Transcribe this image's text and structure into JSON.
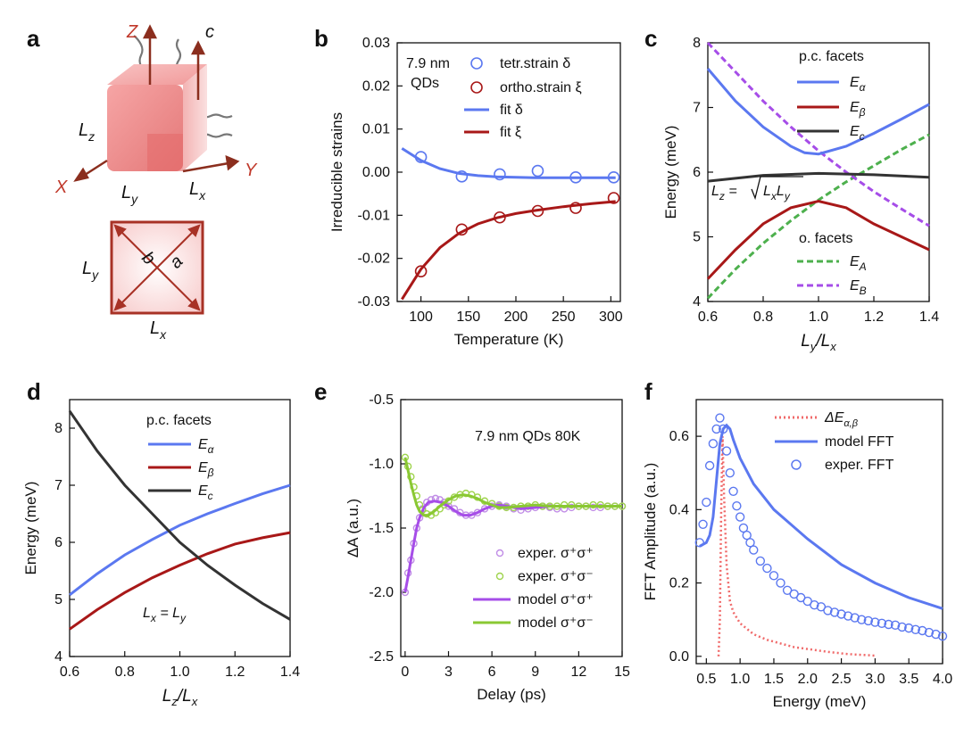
{
  "colors": {
    "blue": "#5b78f0",
    "red": "#a81818",
    "black": "#333333",
    "green": "#4db04d",
    "purple": "#a64de8",
    "light_purple": "#c08ce6",
    "light_green": "#9fd44d",
    "model_green": "#8ac833",
    "pink_dotted": "#f06a6a"
  },
  "panel_labels": [
    "a",
    "b",
    "c",
    "d",
    "e",
    "f"
  ],
  "schematic": {
    "z_label": "Z",
    "c_label": "c",
    "x_label": "X",
    "y_label": "Y",
    "lz_label": "L",
    "lz_sub": "z",
    "ly_label": "L",
    "ly_sub": "y",
    "lx_label": "L",
    "lx_sub": "x",
    "square_a": "a",
    "square_b": "b",
    "square_ly": "L",
    "square_ly_sub": "y",
    "square_lx": "L",
    "square_lx_sub": "x"
  },
  "chart_data": [
    {
      "panel": "b",
      "type": "scatter",
      "xlabel": "Temperature (K)",
      "ylabel": "Irreducible strains",
      "xlim": [
        75,
        310
      ],
      "ylim": [
        -0.03,
        0.03
      ],
      "xticks": [
        100,
        150,
        200,
        250,
        300
      ],
      "yticks": [
        0.03,
        0.02,
        0.01,
        0.0,
        -0.01,
        -0.02,
        -0.03
      ],
      "ytick_labels": [
        "0.03",
        "0.02",
        "0.01",
        "0.00",
        "-0.01",
        "-0.02",
        "-0.03"
      ],
      "annotation": [
        "7.9 nm",
        "QDs"
      ],
      "series": [
        {
          "name": "tetr.strain δ",
          "kind": "points",
          "x": [
            100,
            143,
            183,
            223,
            263,
            303
          ],
          "y": [
            0.0035,
            -0.001,
            -0.0005,
            0.0003,
            -0.0012,
            -0.0012
          ]
        },
        {
          "name": "ortho.strain ξ",
          "kind": "points",
          "x": [
            100,
            143,
            183,
            223,
            263,
            303
          ],
          "y": [
            -0.023,
            -0.0133,
            -0.0105,
            -0.009,
            -0.0083,
            -0.006
          ]
        },
        {
          "name": "fit δ",
          "kind": "line",
          "x": [
            80,
            100,
            120,
            140,
            160,
            180,
            200,
            220,
            250,
            280,
            305
          ],
          "y": [
            0.0055,
            0.0027,
            0.0008,
            -0.0003,
            -0.0008,
            -0.0011,
            -0.0012,
            -0.0013,
            -0.0013,
            -0.0013,
            -0.0013
          ]
        },
        {
          "name": "fit ξ",
          "kind": "line",
          "x": [
            80,
            100,
            120,
            140,
            160,
            180,
            200,
            220,
            250,
            280,
            305
          ],
          "y": [
            -0.0295,
            -0.0225,
            -0.0175,
            -0.0142,
            -0.012,
            -0.0106,
            -0.0096,
            -0.0089,
            -0.008,
            -0.0073,
            -0.0068
          ]
        }
      ]
    },
    {
      "panel": "c",
      "type": "line",
      "xlabel": "L",
      "xlabel_num_sub": "y",
      "xlabel_den_sub": "x",
      "ylabel": "Energy (meV)",
      "xlim": [
        0.6,
        1.4
      ],
      "ylim": [
        4,
        8
      ],
      "xticks": [
        0.6,
        0.8,
        1.0,
        1.2,
        1.4
      ],
      "xtick_labels": [
        "0.6",
        "0.8",
        "1.0",
        "1.2",
        "1.4"
      ],
      "yticks": [
        4,
        5,
        6,
        7,
        8
      ],
      "legend_title_1": "p.c. facets",
      "legend_title_2": "o. facets",
      "equation": "L",
      "series": [
        {
          "name": "E",
          "sub": "α",
          "x": [
            0.6,
            0.7,
            0.8,
            0.9,
            0.95,
            1.0,
            1.1,
            1.2,
            1.3,
            1.4
          ],
          "y": [
            7.6,
            7.1,
            6.7,
            6.4,
            6.3,
            6.28,
            6.4,
            6.6,
            6.82,
            7.05
          ]
        },
        {
          "name": "E",
          "sub": "β",
          "x": [
            0.6,
            0.7,
            0.8,
            0.9,
            1.0,
            1.1,
            1.2,
            1.3,
            1.4
          ],
          "y": [
            4.35,
            4.8,
            5.2,
            5.45,
            5.55,
            5.45,
            5.2,
            5.0,
            4.8
          ]
        },
        {
          "name": "E",
          "sub": "c",
          "x": [
            0.6,
            0.8,
            1.0,
            1.2,
            1.4
          ],
          "y": [
            5.86,
            5.95,
            5.98,
            5.96,
            5.92
          ]
        },
        {
          "name": "E",
          "sub": "A",
          "x": [
            0.6,
            0.7,
            0.8,
            0.9,
            1.0,
            1.1,
            1.2,
            1.3,
            1.4
          ],
          "y": [
            4.05,
            4.5,
            4.9,
            5.25,
            5.57,
            5.85,
            6.1,
            6.35,
            6.58
          ]
        },
        {
          "name": "E",
          "sub": "B",
          "x": [
            0.6,
            0.7,
            0.8,
            0.9,
            1.0,
            1.1,
            1.2,
            1.3,
            1.4
          ],
          "y": [
            8.0,
            7.55,
            7.1,
            6.7,
            6.33,
            6.0,
            5.7,
            5.43,
            5.17
          ]
        }
      ]
    },
    {
      "panel": "d",
      "type": "line",
      "xlabel": "L",
      "xlabel_num_sub": "z",
      "xlabel_den_sub": "x",
      "ylabel": "Energy (meV)",
      "xlim": [
        0.6,
        1.4
      ],
      "ylim": [
        4,
        8.5
      ],
      "xticks": [
        0.6,
        0.8,
        1.0,
        1.2,
        1.4
      ],
      "xtick_labels": [
        "0.6",
        "0.8",
        "1.0",
        "1.2",
        "1.4"
      ],
      "yticks": [
        4,
        5,
        6,
        7,
        8
      ],
      "legend_title": "p.c. facets",
      "equation": "L",
      "series": [
        {
          "name": "E",
          "sub": "α",
          "x": [
            0.6,
            0.7,
            0.8,
            0.9,
            1.0,
            1.1,
            1.2,
            1.3,
            1.4
          ],
          "y": [
            5.08,
            5.45,
            5.78,
            6.05,
            6.3,
            6.5,
            6.68,
            6.85,
            7.0
          ]
        },
        {
          "name": "E",
          "sub": "β",
          "x": [
            0.6,
            0.7,
            0.8,
            0.9,
            1.0,
            1.1,
            1.2,
            1.3,
            1.4
          ],
          "y": [
            4.48,
            4.82,
            5.12,
            5.38,
            5.6,
            5.8,
            5.97,
            6.08,
            6.17
          ]
        },
        {
          "name": "E",
          "sub": "c",
          "x": [
            0.6,
            0.7,
            0.8,
            0.9,
            1.0,
            1.1,
            1.2,
            1.3,
            1.4
          ],
          "y": [
            8.3,
            7.6,
            7.0,
            6.5,
            6.0,
            5.6,
            5.25,
            4.93,
            4.65
          ]
        }
      ]
    },
    {
      "panel": "e",
      "type": "scatter",
      "xlabel": "Delay (ps)",
      "ylabel": "ΔA (a.u.)",
      "xlim": [
        -0.3,
        15
      ],
      "ylim": [
        -2.5,
        -0.5
      ],
      "xticks": [
        0,
        3,
        6,
        9,
        12,
        15
      ],
      "yticks": [
        -0.5,
        -1.0,
        -1.5,
        -2.0,
        -2.5
      ],
      "ytick_labels": [
        "-0.5",
        "-1.0",
        "-1.5",
        "-2.0",
        "-2.5"
      ],
      "annotation": "7.9 nm QDs 80K",
      "series": [
        {
          "name": "exper. σ⁺σ⁺",
          "kind": "points",
          "x": [
            0.0,
            0.2,
            0.4,
            0.6,
            0.8,
            1.0,
            1.2,
            1.5,
            1.8,
            2.1,
            2.4,
            2.7,
            3.0,
            3.4,
            3.8,
            4.2,
            4.6,
            5.0,
            5.5,
            6.0,
            6.5,
            7.0,
            7.5,
            8.0,
            8.5,
            9.0,
            9.5,
            10.0,
            10.5,
            11.0,
            11.5,
            12.0,
            12.5,
            13.0,
            13.5,
            14.0,
            14.5,
            15.0
          ],
          "y": [
            -2.0,
            -1.85,
            -1.75,
            -1.62,
            -1.5,
            -1.42,
            -1.35,
            -1.3,
            -1.28,
            -1.27,
            -1.28,
            -1.3,
            -1.33,
            -1.35,
            -1.38,
            -1.4,
            -1.4,
            -1.38,
            -1.35,
            -1.33,
            -1.32,
            -1.33,
            -1.35,
            -1.36,
            -1.35,
            -1.34,
            -1.33,
            -1.34,
            -1.35,
            -1.35,
            -1.34,
            -1.33,
            -1.33,
            -1.34,
            -1.34,
            -1.33,
            -1.33,
            -1.33
          ]
        },
        {
          "name": "exper. σ⁺σ⁻",
          "kind": "points",
          "x": [
            0.0,
            0.2,
            0.4,
            0.6,
            0.8,
            1.0,
            1.2,
            1.5,
            1.8,
            2.1,
            2.4,
            2.7,
            3.0,
            3.4,
            3.8,
            4.2,
            4.6,
            5.0,
            5.5,
            6.0,
            6.5,
            7.0,
            7.5,
            8.0,
            8.5,
            9.0,
            9.5,
            10.0,
            10.5,
            11.0,
            11.5,
            12.0,
            12.5,
            13.0,
            13.5,
            14.0,
            14.5,
            15.0
          ],
          "y": [
            -0.95,
            -1.02,
            -1.1,
            -1.18,
            -1.25,
            -1.32,
            -1.36,
            -1.39,
            -1.4,
            -1.38,
            -1.35,
            -1.32,
            -1.29,
            -1.26,
            -1.24,
            -1.23,
            -1.24,
            -1.26,
            -1.29,
            -1.31,
            -1.33,
            -1.34,
            -1.34,
            -1.33,
            -1.33,
            -1.32,
            -1.33,
            -1.33,
            -1.33,
            -1.32,
            -1.32,
            -1.33,
            -1.33,
            -1.32,
            -1.32,
            -1.33,
            -1.33,
            -1.33
          ]
        },
        {
          "name": "model σ⁺σ⁺",
          "kind": "line",
          "x": [
            0.0,
            0.2,
            0.4,
            0.6,
            0.8,
            1.0,
            1.3,
            1.6,
            2.0,
            2.5,
            3.0,
            3.5,
            4.0,
            4.5,
            5.0,
            5.5,
            6.0,
            6.5,
            7.0,
            8.0,
            9.0,
            10.0,
            12.0,
            15.0
          ],
          "y": [
            -2.0,
            -1.88,
            -1.75,
            -1.62,
            -1.5,
            -1.42,
            -1.34,
            -1.3,
            -1.29,
            -1.3,
            -1.33,
            -1.37,
            -1.4,
            -1.4,
            -1.38,
            -1.35,
            -1.33,
            -1.32,
            -1.33,
            -1.35,
            -1.34,
            -1.33,
            -1.33,
            -1.33
          ]
        },
        {
          "name": "model σ⁺σ⁻",
          "kind": "line",
          "x": [
            0.0,
            0.2,
            0.4,
            0.6,
            0.8,
            1.0,
            1.3,
            1.6,
            2.0,
            2.5,
            3.0,
            3.5,
            4.0,
            4.5,
            5.0,
            5.5,
            6.0,
            6.5,
            7.0,
            8.0,
            9.0,
            10.0,
            12.0,
            15.0
          ],
          "y": [
            -0.95,
            -1.05,
            -1.15,
            -1.24,
            -1.32,
            -1.37,
            -1.4,
            -1.4,
            -1.37,
            -1.32,
            -1.28,
            -1.25,
            -1.24,
            -1.25,
            -1.27,
            -1.3,
            -1.32,
            -1.34,
            -1.34,
            -1.33,
            -1.32,
            -1.33,
            -1.33,
            -1.33
          ]
        }
      ]
    },
    {
      "panel": "f",
      "type": "line",
      "xlabel": "Energy (meV)",
      "ylabel": "FFT Amplitude (a.u.)",
      "xlim": [
        0.35,
        4.0
      ],
      "ylim": [
        -0.02,
        0.7
      ],
      "xticks": [
        0.5,
        1.0,
        1.5,
        2.0,
        2.5,
        3.0,
        3.5,
        4.0
      ],
      "xtick_labels": [
        "0.5",
        "1.0",
        "1.5",
        "2.0",
        "2.5",
        "3.0",
        "3.5",
        "4.0"
      ],
      "yticks": [
        0.0,
        0.2,
        0.4,
        0.6
      ],
      "ytick_labels": [
        "0.0",
        "0.2",
        "0.4",
        "0.6"
      ],
      "series": [
        {
          "name": "ΔE",
          "sub": "α,β",
          "kind": "dotted",
          "x": [
            0.68,
            0.7,
            0.72,
            0.74,
            0.76,
            0.8,
            0.85,
            0.9,
            1.0,
            1.1,
            1.2,
            1.4,
            1.6,
            1.8,
            2.0,
            2.3,
            2.6,
            3.0
          ],
          "y": [
            0.0,
            0.1,
            0.4,
            0.6,
            0.45,
            0.25,
            0.15,
            0.12,
            0.09,
            0.075,
            0.06,
            0.045,
            0.035,
            0.025,
            0.02,
            0.012,
            0.006,
            0.002
          ]
        },
        {
          "name": "model FFT",
          "kind": "line",
          "x": [
            0.4,
            0.5,
            0.55,
            0.6,
            0.65,
            0.7,
            0.75,
            0.8,
            0.85,
            0.9,
            1.0,
            1.2,
            1.5,
            2.0,
            2.5,
            3.0,
            3.5,
            4.0
          ],
          "y": [
            0.3,
            0.31,
            0.33,
            0.38,
            0.48,
            0.58,
            0.62,
            0.63,
            0.62,
            0.59,
            0.54,
            0.47,
            0.4,
            0.32,
            0.25,
            0.2,
            0.16,
            0.13
          ]
        },
        {
          "name": "exper. FFT",
          "kind": "points",
          "x": [
            0.4,
            0.45,
            0.5,
            0.55,
            0.6,
            0.65,
            0.7,
            0.75,
            0.8,
            0.85,
            0.9,
            0.95,
            1.0,
            1.05,
            1.1,
            1.15,
            1.2,
            1.3,
            1.4,
            1.5,
            1.6,
            1.7,
            1.8,
            1.9,
            2.0,
            2.1,
            2.2,
            2.3,
            2.4,
            2.5,
            2.6,
            2.7,
            2.8,
            2.9,
            3.0,
            3.1,
            3.2,
            3.3,
            3.4,
            3.5,
            3.6,
            3.7,
            3.8,
            3.9,
            4.0
          ],
          "y": [
            0.31,
            0.36,
            0.42,
            0.52,
            0.58,
            0.62,
            0.65,
            0.62,
            0.56,
            0.5,
            0.45,
            0.41,
            0.38,
            0.35,
            0.33,
            0.31,
            0.29,
            0.26,
            0.24,
            0.22,
            0.2,
            0.18,
            0.17,
            0.16,
            0.15,
            0.14,
            0.135,
            0.125,
            0.12,
            0.115,
            0.11,
            0.105,
            0.1,
            0.097,
            0.093,
            0.09,
            0.087,
            0.085,
            0.08,
            0.077,
            0.073,
            0.07,
            0.065,
            0.06,
            0.055
          ]
        }
      ]
    }
  ]
}
